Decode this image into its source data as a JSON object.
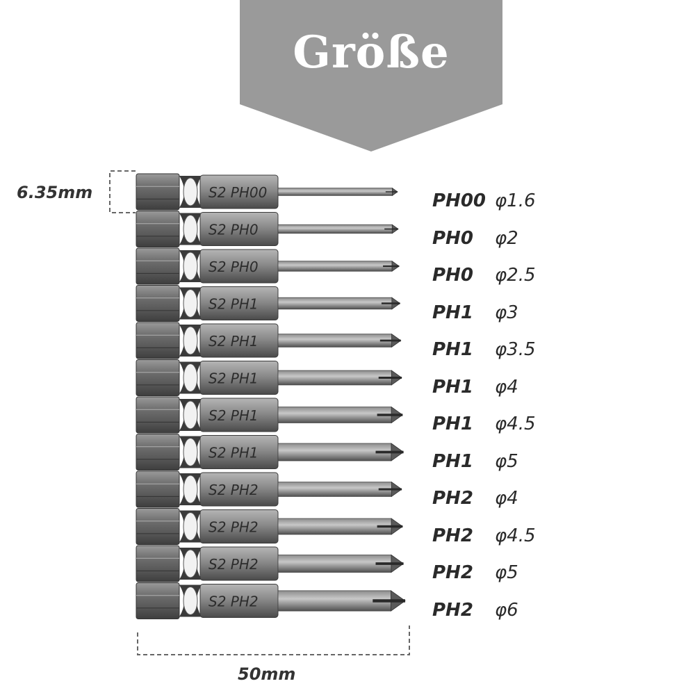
{
  "banner": {
    "title": "Größe",
    "color": "#9a9a9a"
  },
  "dimensions": {
    "hex_width": "6.35mm",
    "length": "50mm"
  },
  "bits": [
    {
      "stamp": "S2 PH00",
      "type": "PH00",
      "diameter": "φ1.6",
      "shaft": 1.6
    },
    {
      "stamp": "S2 PH0",
      "type": "PH0",
      "diameter": "φ2",
      "shaft": 2
    },
    {
      "stamp": "S2 PH0",
      "type": "PH0",
      "diameter": "φ2.5",
      "shaft": 2.5
    },
    {
      "stamp": "S2 PH1",
      "type": "PH1",
      "diameter": "φ3",
      "shaft": 3
    },
    {
      "stamp": "S2 PH1",
      "type": "PH1",
      "diameter": "φ3.5",
      "shaft": 3.5
    },
    {
      "stamp": "S2 PH1",
      "type": "PH1",
      "diameter": "φ4",
      "shaft": 4
    },
    {
      "stamp": "S2 PH1",
      "type": "PH1",
      "diameter": "φ4.5",
      "shaft": 4.5
    },
    {
      "stamp": "S2 PH1",
      "type": "PH1",
      "diameter": "φ5",
      "shaft": 5
    },
    {
      "stamp": "S2 PH2",
      "type": "PH2",
      "diameter": "φ4",
      "shaft": 4
    },
    {
      "stamp": "S2 PH2",
      "type": "PH2",
      "diameter": "φ4.5",
      "shaft": 4.5
    },
    {
      "stamp": "S2 PH2",
      "type": "PH2",
      "diameter": "φ5",
      "shaft": 5
    },
    {
      "stamp": "S2 PH2",
      "type": "PH2",
      "diameter": "φ6",
      "shaft": 6
    }
  ]
}
